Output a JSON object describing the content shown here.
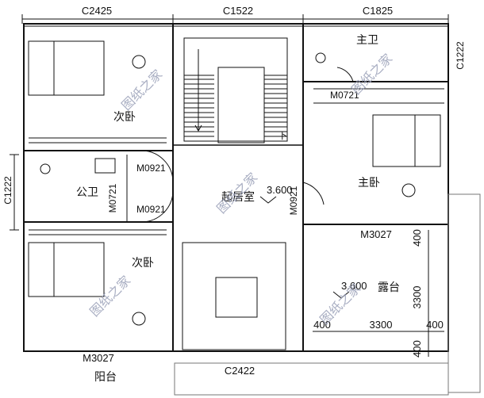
{
  "window_codes": {
    "top_left": "C2425",
    "top_mid": "C1522",
    "top_right": "C1825",
    "right_side": "C1222",
    "left_side": "C1222",
    "bottom": "C2422"
  },
  "door_codes": {
    "m0721_top": "M0721",
    "m0921_upper": "M0921",
    "m0721_left": "M0721",
    "m0921_lower": "M0921",
    "m0921_right": "M0921",
    "m3027_right": "M3027",
    "m3027_bottom": "M3027"
  },
  "rooms": {
    "bedroom_top_left": "次卧",
    "master_bath": "主卫",
    "master_bed": "主卧",
    "public_bath": "公卫",
    "living": "起居室",
    "bedroom_bottom_left": "次卧",
    "terrace": "露台",
    "balcony": "阳台"
  },
  "levels": {
    "living": "3.600",
    "terrace": "3.600"
  },
  "stair_down": "下",
  "dims": {
    "d400_a": "400",
    "d3300_v": "3300",
    "d400_b": "400",
    "d400_c": "400",
    "d3300_h": "3300",
    "d400_d": "400"
  },
  "watermark": "图纸之家"
}
